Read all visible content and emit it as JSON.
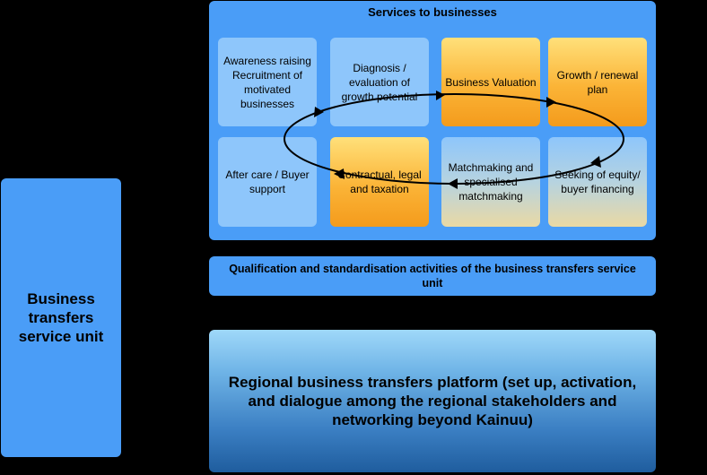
{
  "unit": {
    "label": "Business transfers service unit"
  },
  "services": {
    "title": "Services to businesses",
    "row1": [
      {
        "label": "Awareness raising Recruitment of motivated businesses"
      },
      {
        "label": "Diagnosis / evaluation of growth potential"
      },
      {
        "label": "Business Valuation"
      },
      {
        "label": "Growth / renewal plan"
      }
    ],
    "row2": [
      {
        "label": "After care / Buyer support"
      },
      {
        "label": "Contractual, legal and taxation"
      },
      {
        "label": "Matchmaking and specialised matchmaking"
      },
      {
        "label": "Seeking of equity/ buyer financing"
      }
    ]
  },
  "qualification": {
    "label": "Qualification and standardisation activities of the business transfers service unit"
  },
  "platform": {
    "label": "Regional business transfers platform (set up, activation, and dialogue among the regional stakeholders and networking beyond Kainuu)"
  },
  "colors": {
    "panel": "#4a9df7",
    "light_box": "#8ec6fb",
    "orange_box": "#fbb437",
    "background": "#000000"
  }
}
